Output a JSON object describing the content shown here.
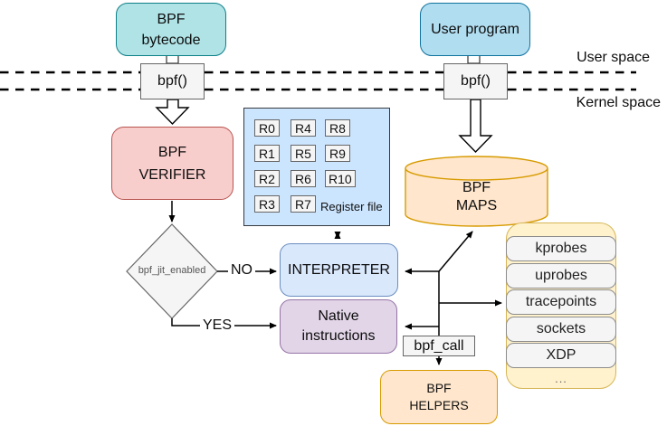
{
  "nodes": {
    "bpf_bytecode": "BPF\nbytecode",
    "user_program": "User program",
    "bpf_syscall_left": "bpf()",
    "bpf_syscall_right": "bpf()",
    "bpf_verifier": "BPF\nVERIFIER",
    "jit_decision": "bpf_jit_enabled",
    "interpreter": "INTERPRETER",
    "native_instructions": "Native\ninstructions",
    "bpf_maps": "BPF\nMAPS",
    "bpf_helpers": "BPF\nHELPERS"
  },
  "labels": {
    "user_space": "User space",
    "kernel_space": "Kernel space",
    "no": "NO",
    "yes": "YES",
    "bpf_call": "bpf_call"
  },
  "register_file": {
    "caption": "Register file",
    "registers": [
      "R0",
      "R1",
      "R2",
      "R3",
      "R4",
      "R5",
      "R6",
      "R7",
      "R8",
      "R9",
      "R10"
    ]
  },
  "hooks": {
    "items": [
      "kprobes",
      "uprobes",
      "tracepoints",
      "sockets",
      "XDP"
    ],
    "more": "..."
  },
  "palette": {
    "teal_fill": "#B0E3E6",
    "teal_border": "#0E8088",
    "blue_fill": "#B1DDF0",
    "blue_border": "#10739E",
    "red_fill": "#F8CECC",
    "red_border": "#B85450",
    "lightblue_fill": "#DAE8FC",
    "lightblue_border": "#6C8EBF",
    "regfile_fill": "#CCE5FF",
    "purple_fill": "#E1D5E7",
    "purple_border": "#9673A6",
    "orange_fill": "#FFE6CC",
    "orange_border": "#D79B00",
    "yellow_fill": "#FFF2CC",
    "yellow_border": "#D6B656",
    "gray_fill": "#F5F5F5",
    "gray_border": "#666666"
  }
}
